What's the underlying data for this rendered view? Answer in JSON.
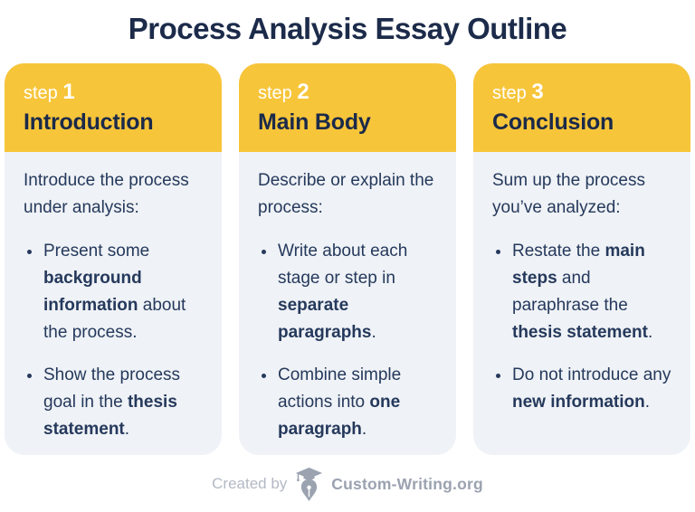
{
  "page": {
    "title": "Process Analysis Essay Outline"
  },
  "colors": {
    "accent_yellow": "#F7C53A",
    "title_navy": "#1C2B4A",
    "body_text_navy": "#25395C",
    "card_background": "#EFF2F6",
    "footer_gray": "#9BA2B0"
  },
  "cards": [
    {
      "step_label": "step",
      "step_number": "1",
      "title": "Introduction",
      "lead": "Introduce the process under analysis:",
      "bullets": [
        [
          {
            "text": "Present some ",
            "bold": false
          },
          {
            "text": "background information",
            "bold": true
          },
          {
            "text": " about the process.",
            "bold": false
          }
        ],
        [
          {
            "text": "Show the process goal in the ",
            "bold": false
          },
          {
            "text": "thesis statement",
            "bold": true
          },
          {
            "text": ".",
            "bold": false
          }
        ]
      ]
    },
    {
      "step_label": "step",
      "step_number": "2",
      "title": "Main Body",
      "lead": "Describe or explain the process:",
      "bullets": [
        [
          {
            "text": "Write about each stage or step in ",
            "bold": false
          },
          {
            "text": "separate paragraphs",
            "bold": true
          },
          {
            "text": ".",
            "bold": false
          }
        ],
        [
          {
            "text": "Combine simple actions into ",
            "bold": false
          },
          {
            "text": "one paragraph",
            "bold": true
          },
          {
            "text": ".",
            "bold": false
          }
        ]
      ]
    },
    {
      "step_label": "step",
      "step_number": "3",
      "title": "Conclusion",
      "lead": "Sum up the process you’ve analyzed:",
      "bullets": [
        [
          {
            "text": "Restate the ",
            "bold": false
          },
          {
            "text": "main steps",
            "bold": true
          },
          {
            "text": " and paraphrase the ",
            "bold": false
          },
          {
            "text": "thesis statement",
            "bold": true
          },
          {
            "text": ".",
            "bold": false
          }
        ],
        [
          {
            "text": "Do not introduce any ",
            "bold": false
          },
          {
            "text": "new information",
            "bold": true
          },
          {
            "text": ".",
            "bold": false
          }
        ]
      ]
    }
  ],
  "footer": {
    "created_by": "Created by",
    "brand": "Custom-Writing.org",
    "logo": "graduation-cap-pen-icon"
  }
}
